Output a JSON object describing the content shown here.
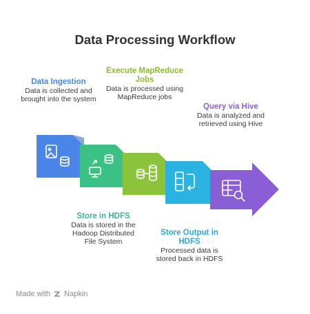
{
  "title": "Data Processing Workflow",
  "steps": [
    {
      "title": "Data Ingestion",
      "description": "Data is collected and brought into the system",
      "color": "#4a86e8",
      "icon": "image-database-icon"
    },
    {
      "title": "Store in HDFS",
      "description": "Data is stored in the Hadoop Distributed File System",
      "color": "#3bc086",
      "icon": "monitor-database-icon"
    },
    {
      "title": "Execute MapReduce Jobs",
      "description": "Data is processed using MapReduce jobs",
      "color": "#8bc43a",
      "icon": "database-share-icon"
    },
    {
      "title": "Store Output in HDFS",
      "description": "Processed data is stored back in HDFS",
      "color": "#2ab3e0",
      "icon": "table-return-icon"
    },
    {
      "title": "Query via Hive",
      "description": "Data is analyzed and retrieved using Hive",
      "color": "#8a5fd6",
      "icon": "table-search-icon"
    }
  ],
  "footer": {
    "made_with": "Made with",
    "brand": "Napkin"
  }
}
